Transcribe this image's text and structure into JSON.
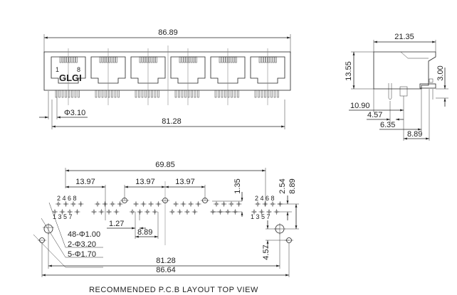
{
  "front_view": {
    "logo": "GLGI",
    "pin_first": "1",
    "pin_last": "8",
    "port_count": 6,
    "overall_width": "86.89",
    "hole_diameter": "Φ3.10",
    "pin_span": "81.28"
  },
  "side_view": {
    "depth": "21.35",
    "height": "13.55",
    "offset_top": "3.00",
    "dim_a": "10.90",
    "dim_b": "4.57",
    "dim_c": "6.35",
    "dim_d": "8.89"
  },
  "pcb_layout": {
    "span": "69.85",
    "port_pitch": [
      "13.97",
      "13.97",
      "13.97"
    ],
    "row_offset": "1.35",
    "pin_pitch": "1.27",
    "group_width": "8.89",
    "right_dim_a": "2.54",
    "right_dim_b": "8.89",
    "right_dim_c": "4.57",
    "callouts": [
      "48-Φ1.00",
      "2-Φ3.20",
      "5-Φ1.70"
    ],
    "pin_labels_top": [
      "2",
      "4",
      "6",
      "8"
    ],
    "pin_labels_bottom": [
      "1",
      "3",
      "5",
      "7"
    ],
    "inner_span": "81.28",
    "outer_span": "86.64",
    "caption": "RECOMMENDED P.C.B LAYOUT TOP VIEW"
  }
}
